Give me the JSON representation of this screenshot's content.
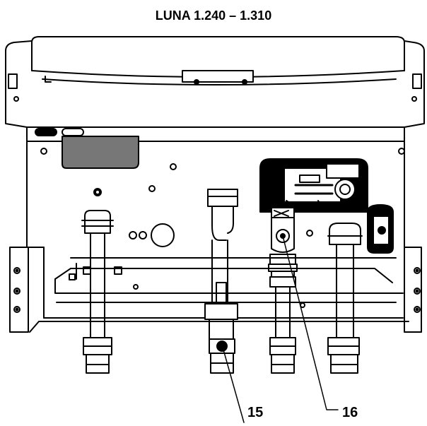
{
  "diagram": {
    "title": "LUNA 1.240 – 1.310",
    "callouts": [
      {
        "id": "15",
        "label": "15"
      },
      {
        "id": "16",
        "label": "16"
      }
    ]
  }
}
